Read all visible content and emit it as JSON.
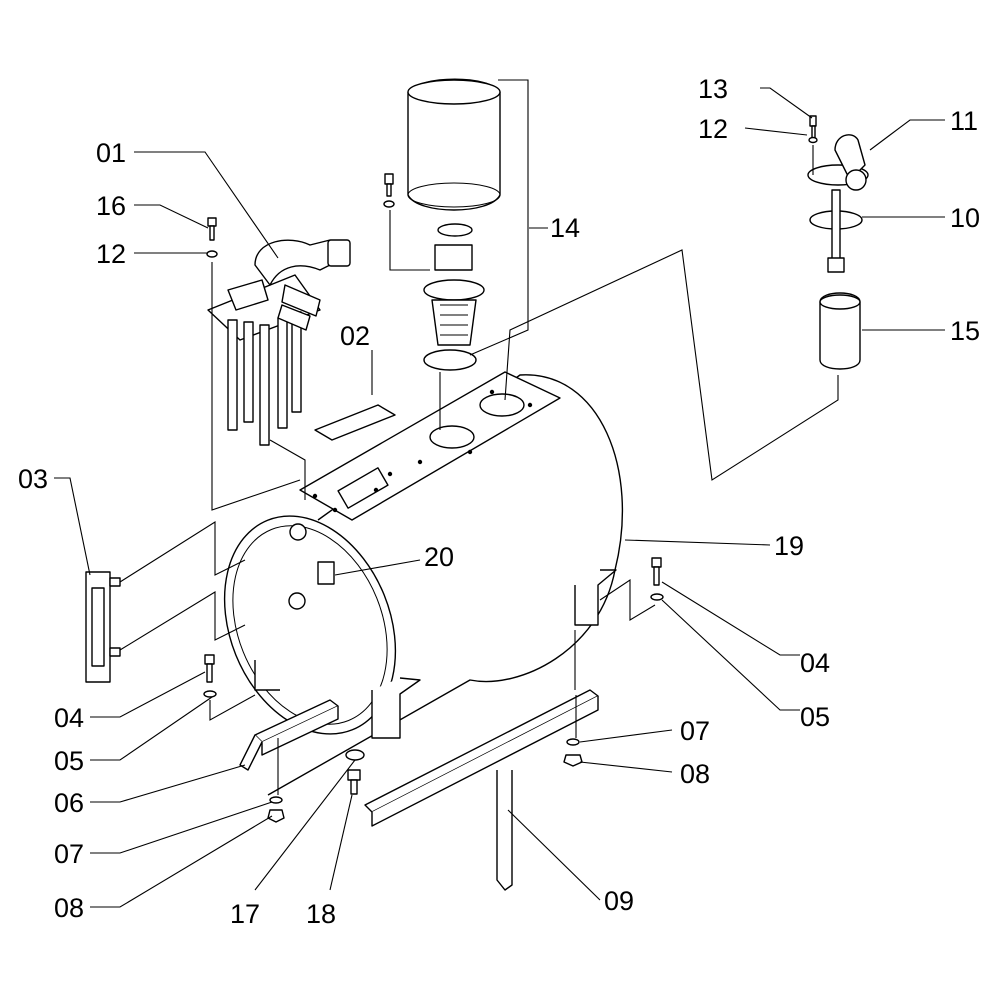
{
  "labels": {
    "p01": "01",
    "p02": "02",
    "p03": "03",
    "p04_left": "04",
    "p04_right": "04",
    "p05_left": "05",
    "p05_right": "05",
    "p06": "06",
    "p07_left": "07",
    "p07_right": "07",
    "p08_left": "08",
    "p08_right": "08",
    "p09": "09",
    "p10": "10",
    "p11": "11",
    "p12_left": "12",
    "p12_right": "12",
    "p13": "13",
    "p14": "14",
    "p15": "15",
    "p16": "16",
    "p17": "17",
    "p18": "18",
    "p19": "19",
    "p20": "20"
  }
}
